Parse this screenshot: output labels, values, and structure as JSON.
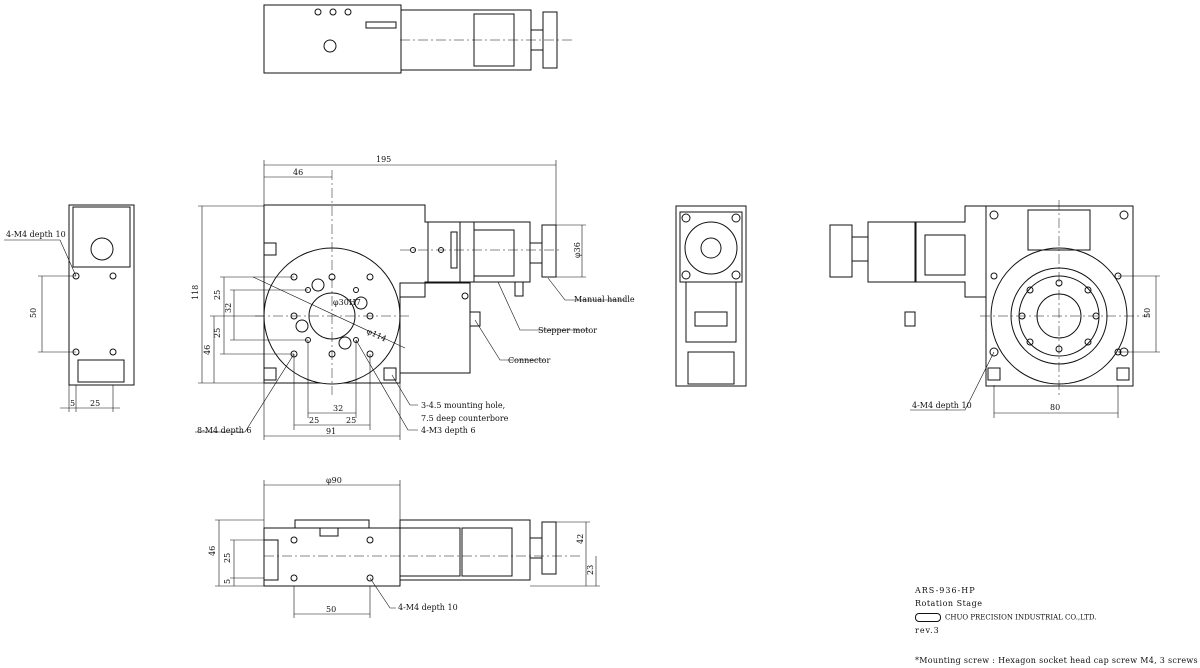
{
  "left_view": {
    "note": "4-M4 depth 10",
    "dim_height": "50",
    "dim_5": "5",
    "dim_25": "25"
  },
  "main_view": {
    "dim_total_width": "195",
    "dim_46_top": "46",
    "dim_height": "118",
    "dim_25_upper": "25",
    "dim_32_vert": "32",
    "dim_25_lower": "25",
    "dim_46_side": "46",
    "dim_bore": "φ30H7",
    "dim_circle": "φ114",
    "dim_32_bottom": "32",
    "dim_25_bl": "25",
    "dim_25_br": "25",
    "dim_91": "91",
    "dim_handle": "φ36",
    "label_handle": "Manual handle",
    "label_motor": "Stepper motor",
    "label_connector": "Connector",
    "note_mount_1": "3-4.5 mounting hole,",
    "note_mount_2": "7.5 deep counterbore",
    "note_m3": "4-M3 depth 6",
    "note_m4": "8-M4 depth 6"
  },
  "right_view": {
    "note": "4-M4 depth 10",
    "dim_80": "80",
    "dim_50": "50"
  },
  "bottom_view": {
    "dim_dia": "φ90",
    "dim_46": "46",
    "dim_25": "25",
    "dim_5": "5",
    "dim_42": "42",
    "dim_23": "23",
    "dim_50": "50",
    "note": "4-M4 depth 10"
  },
  "title_block": {
    "model": "ARS-936-HP",
    "name": "Rotation Stage",
    "company": "CHUO PRECISION INDUSTRIAL CO.,LTD.",
    "revision": "rev.3",
    "footnote": "*Mounting screw : Hexagon socket head cap screw M4, 3 screws"
  }
}
